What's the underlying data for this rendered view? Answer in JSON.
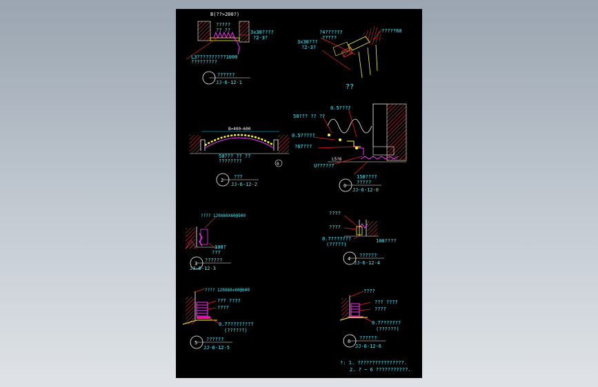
{
  "colors": {
    "background": "#000000",
    "dim": "#00e5ff",
    "leader": "#ff2020",
    "hatch": "#ff3b3b",
    "brush": "#ff33ff",
    "metal": "#ffff33",
    "outline": "#ffffff",
    "frame": "#c9c9c9"
  },
  "details": {
    "d1": {
      "title_text": "B(??>200?)",
      "callouts": [
        "?????",
        "?? ??",
        "3x30????",
        "?2-3?",
        "L3??????????1000",
        "?????????"
      ],
      "label": "??????",
      "number": "",
      "code": "JJ-6-12-1"
    },
    "dtop": {
      "callouts": [
        "?4??????",
        "?????",
        "3x30???",
        "?2-3?",
        "?????60"
      ],
      "caption": "??"
    },
    "d2": {
      "dim": "B=400~600",
      "callouts": [
        "50??? ?? ??",
        "????????"
      ],
      "marker": "0",
      "label": "???",
      "number": "2",
      "code": "JJ-6-12-2"
    },
    "d0": {
      "callouts": [
        "50??? ?? ??",
        "0.5????",
        "0.5?????",
        "?67???",
        "L5?6",
        "U??????",
        "150????"
      ],
      "label": "?????",
      "number": "0",
      "code": "JJ-6-12-0"
    },
    "d3": {
      "callouts": [
        "????  120X60X60@500",
        "100?",
        "???"
      ],
      "label": "??????",
      "number": "3",
      "code": "JJ-6-12-3"
    },
    "d4": {
      "callouts": [
        "????",
        "????",
        "0.7???????",
        "(?????)",
        "100????"
      ],
      "label": "??????",
      "number": "4",
      "code": "JJ-6-12-4"
    },
    "d5": {
      "callouts": [
        "????  120X60x60@600",
        "??? ????",
        "????",
        "0.7?????????",
        "(??????)"
      ],
      "label": "??????",
      "number": "5",
      "code": "JJ-6-12-5"
    },
    "d6": {
      "callouts": [
        "????",
        "??? ????",
        "????",
        "0.7???????",
        "(??????)"
      ],
      "label": "??????",
      "number": "6",
      "code": "JJ-6-12-6"
    }
  },
  "notes": {
    "line1": "?: 1. ????????????????.",
    "line2": "2. ?  ~  6 ???????????."
  }
}
